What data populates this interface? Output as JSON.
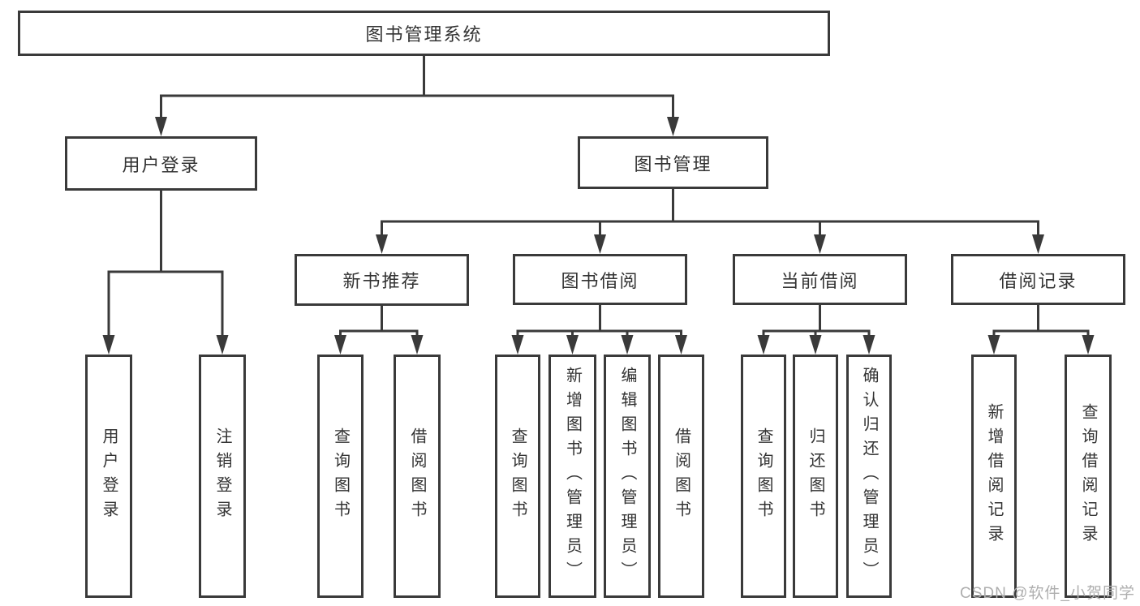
{
  "diagram": {
    "root": "图书管理系统",
    "children": [
      {
        "label": "用户登录",
        "children": [
          {
            "label": "用户登录"
          },
          {
            "label": "注销登录"
          }
        ]
      },
      {
        "label": "图书管理",
        "children": [
          {
            "label": "新书推荐",
            "children": [
              {
                "label": "查询图书"
              },
              {
                "label": "借阅图书"
              }
            ]
          },
          {
            "label": "图书借阅",
            "children": [
              {
                "label": "查询图书"
              },
              {
                "label": "新增图书（管理员）"
              },
              {
                "label": "编辑图书（管理员）"
              },
              {
                "label": "借阅图书"
              }
            ]
          },
          {
            "label": "当前借阅",
            "children": [
              {
                "label": "查询图书"
              },
              {
                "label": "归还图书"
              },
              {
                "label": "确认归还（管理员）"
              }
            ]
          },
          {
            "label": "借阅记录",
            "children": [
              {
                "label": "新增借阅记录"
              },
              {
                "label": "查询借阅记录"
              }
            ]
          }
        ]
      }
    ]
  },
  "watermark": {
    "text": "CSDN @软件_小贺同学"
  },
  "colors": {
    "line": "#3a3a3a",
    "box_border": "#3a3a3a",
    "text": "#333333",
    "watermark": "#aeaeae",
    "background": "#ffffff"
  }
}
